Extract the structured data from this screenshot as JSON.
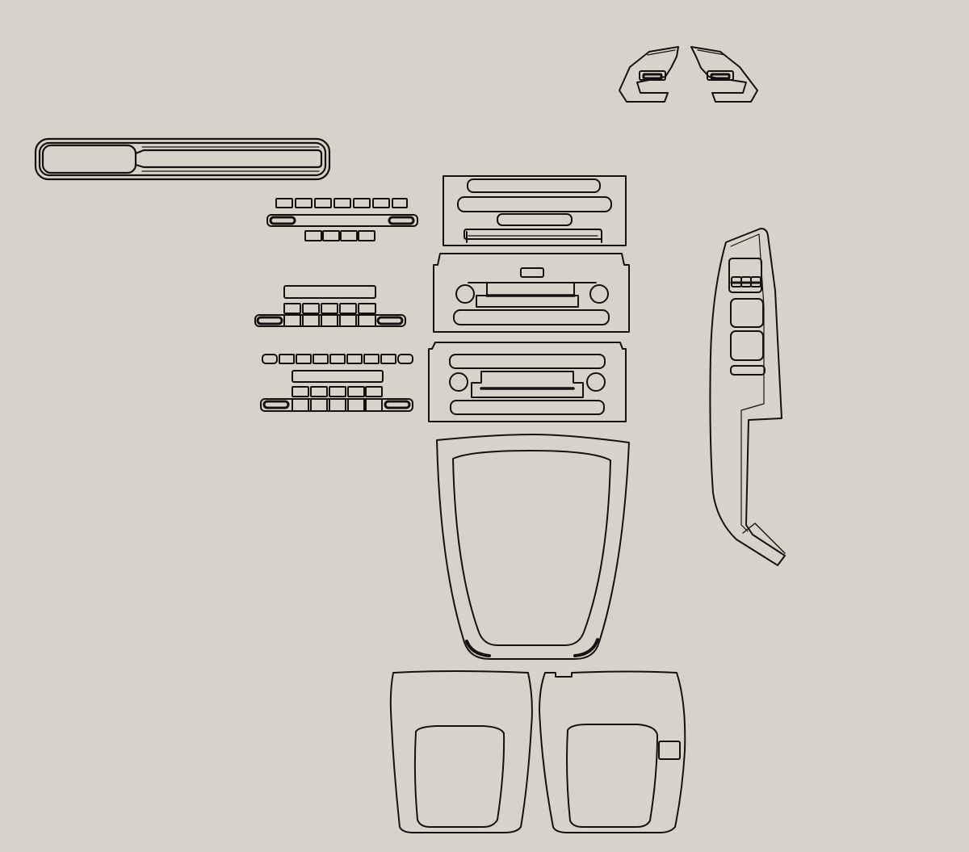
{
  "canvas": {
    "background": "#d7d3cb",
    "line_color": "#141210"
  },
  "parts": [
    {
      "name": "dash-trim-strip",
      "icon": "long-trim-outline"
    },
    {
      "name": "button-trim-set-1",
      "icon": "button-row-outline"
    },
    {
      "name": "button-trim-set-2",
      "icon": "button-row-outline"
    },
    {
      "name": "button-trim-set-3",
      "icon": "button-row-outline"
    },
    {
      "name": "radio-bezel-top",
      "icon": "bezel-outline"
    },
    {
      "name": "radio-bezel-middle",
      "icon": "bezel-outline"
    },
    {
      "name": "radio-bezel-bottom",
      "icon": "bezel-outline"
    },
    {
      "name": "gear-shift-surround",
      "icon": "console-outline"
    },
    {
      "name": "lower-console-left",
      "icon": "console-outline"
    },
    {
      "name": "lower-console-right",
      "icon": "console-outline"
    },
    {
      "name": "steering-wheel-trims",
      "icon": "wheel-trim-outline"
    },
    {
      "name": "door-window-switch-panel",
      "icon": "door-panel-outline"
    }
  ]
}
